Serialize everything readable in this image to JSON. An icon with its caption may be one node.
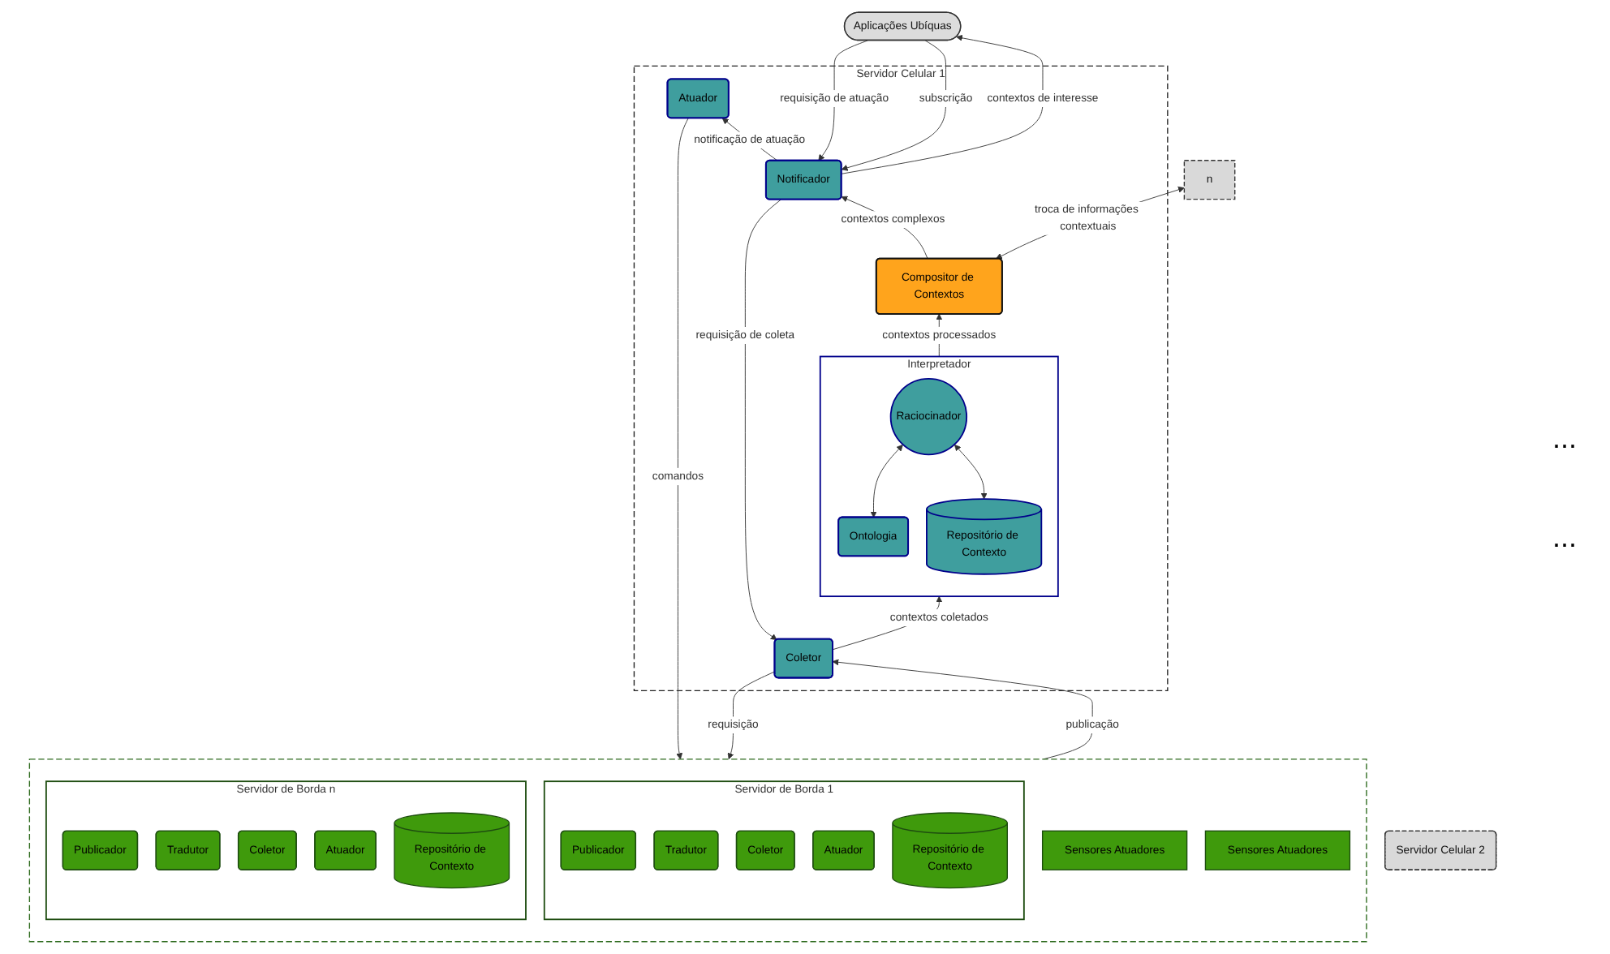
{
  "diagram": {
    "nodes": [
      {
        "text": [
          "Servidor Celular 2"
        ]
      },
      {
        "text": [
          "n"
        ]
      },
      {
        "text": [
          "Aplicações Ubíquas"
        ]
      },
      {
        "text": [
          "Servidor Celular 1"
        ]
      },
      {
        "text": [
          "Notificador"
        ],
        "in": 3
      },
      {
        "text": [
          "Compositor de Contextos"
        ],
        "in": 3
      },
      {
        "text": [
          "Interpretador"
        ],
        "in": 3
      },
      {
        "text": [
          "Raciocinador"
        ],
        "in": 6
      },
      {
        "text": [
          "Ontologia"
        ],
        "in": 6
      },
      {
        "text": [
          "Repositório de Contexto"
        ],
        "in": 6
      },
      {
        "text": [
          "Atuador"
        ],
        "in": 3
      },
      {
        "text": [
          "Coletor"
        ],
        "in": 3
      },
      {
        "text": [],
        "shape": "box"
      },
      {
        "text": [
          "Servidor de Borda 1"
        ],
        "in": 12
      },
      {
        "text": [
          "Publicador"
        ],
        "in": 13
      },
      {
        "text": [
          "Tradutor"
        ],
        "in": 13
      },
      {
        "text": [
          "Coletor"
        ],
        "in": 13
      },
      {
        "text": [
          "Atuador"
        ],
        "in": 13
      },
      {
        "text": [
          "Repositório de Contexto"
        ],
        "in": 13
      },
      {
        "text": [
          "Sensores Atuadores"
        ],
        "in": 12
      },
      {
        "text": [
          "Servidor de Borda n"
        ],
        "in": 12
      },
      {
        "text": [
          "Publicador"
        ],
        "in": 20
      },
      {
        "text": [
          "Tradutor"
        ],
        "in": 20
      },
      {
        "text": [
          "Coletor"
        ],
        "in": 20
      },
      {
        "text": [
          "Atuador"
        ],
        "in": 20
      },
      {
        "text": [
          "Repositório de Contexto"
        ],
        "in": 20
      },
      {
        "text": [
          "Sensores Atuadores"
        ],
        "in": 12
      }
    ],
    "edges": [
      {
        "from": 5,
        "to": 1,
        "arrow": "both",
        "label": "troca de informações contextuais"
      },
      {
        "from": 2,
        "to": 4,
        "arrow": "to",
        "label": "subscrição"
      },
      {
        "from": 4,
        "to": 2,
        "arrow": "to",
        "label": "contextos de interesse"
      },
      {
        "from": 2,
        "to": 4,
        "arrow": "to",
        "label": "requisição de atuação"
      },
      {
        "from": 5,
        "to": 4,
        "arrow": "to",
        "label": "contextos complexos"
      },
      {
        "from": 6,
        "to": 5,
        "arrow": "to",
        "label": "contextos processados"
      },
      {
        "from": 7,
        "to": 8,
        "arrow": "both"
      },
      {
        "from": 7,
        "to": 9,
        "arrow": "both"
      },
      {
        "from": 4,
        "to": 10,
        "arrow": "to",
        "label": "notificação de atuação"
      },
      {
        "from": 4,
        "to": 11,
        "arrow": "to",
        "label": "requisição de coleta"
      },
      {
        "from": 10,
        "to": 12,
        "arrow": "to",
        "label": "comandos"
      },
      {
        "from": 11,
        "to": 12,
        "arrow": "to",
        "label": "requisição"
      },
      {
        "from": 12,
        "to": 11,
        "arrow": "to",
        "label": "publicação"
      },
      {
        "from": 11,
        "to": 6,
        "arrow": "to",
        "label": "contextos coletados"
      }
    ],
    "labels": [
      "...",
      "..."
    ]
  }
}
